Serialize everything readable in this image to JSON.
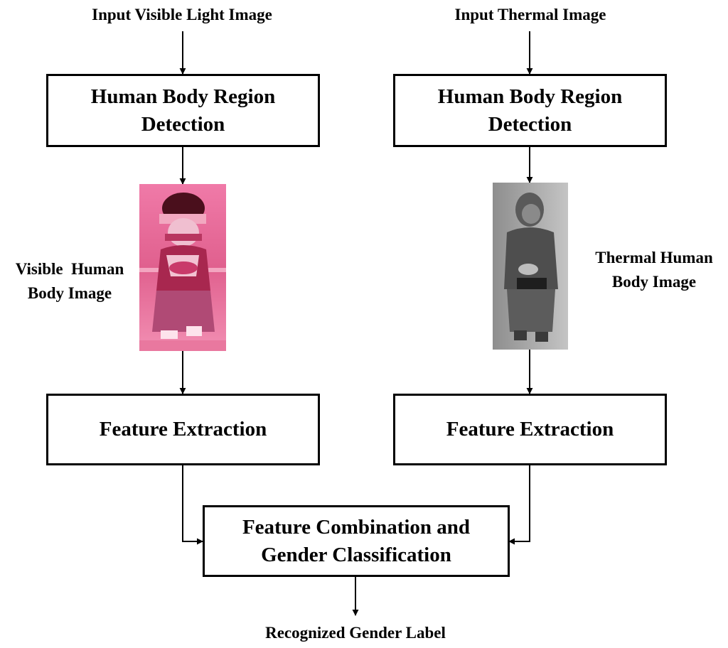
{
  "inputs": {
    "visible": "Input Visible Light Image",
    "thermal": "Input Thermal Image"
  },
  "detection": {
    "visible": {
      "line1": "Human Body Region",
      "line2": "Detection"
    },
    "thermal": {
      "line1": "Human Body Region",
      "line2": "Detection"
    }
  },
  "body_images": {
    "visible": {
      "line1": "Visible  Human",
      "line2": "Body Image"
    },
    "thermal": {
      "line1": "Thermal Human",
      "line2": "Body Image"
    }
  },
  "feature_extraction": {
    "visible": "Feature Extraction",
    "thermal": "Feature Extraction"
  },
  "combination": {
    "line1": "Feature Combination and",
    "line2": "Gender Classification"
  },
  "output": "Recognized Gender Label"
}
